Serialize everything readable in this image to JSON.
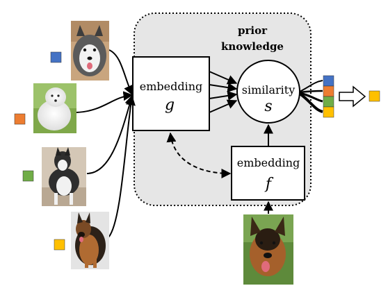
{
  "region": {
    "title_line1": "prior",
    "title_line2": "knowledge"
  },
  "embedding_g": {
    "word": "embedding",
    "symbol": "g"
  },
  "similarity_s": {
    "word": "similarity",
    "symbol": "s"
  },
  "embedding_f": {
    "word": "embedding",
    "symbol": "f"
  },
  "support_images": [
    {
      "description": "Alaskan Malamute puppy",
      "class_color": "#4472c4"
    },
    {
      "description": "Samoyed on grass",
      "class_color": "#ed7d31"
    },
    {
      "description": "Siberian Husky standing",
      "class_color": "#70ad47"
    },
    {
      "description": "German Shepherd sitting",
      "class_color": "#ffc000"
    }
  ],
  "query_image": {
    "description": "German Shepherd head"
  },
  "output": {
    "scores": [
      "#4472c4",
      "#ed7d31",
      "#70ad47",
      "#ffc000"
    ],
    "prediction_color": "#ffc000"
  }
}
